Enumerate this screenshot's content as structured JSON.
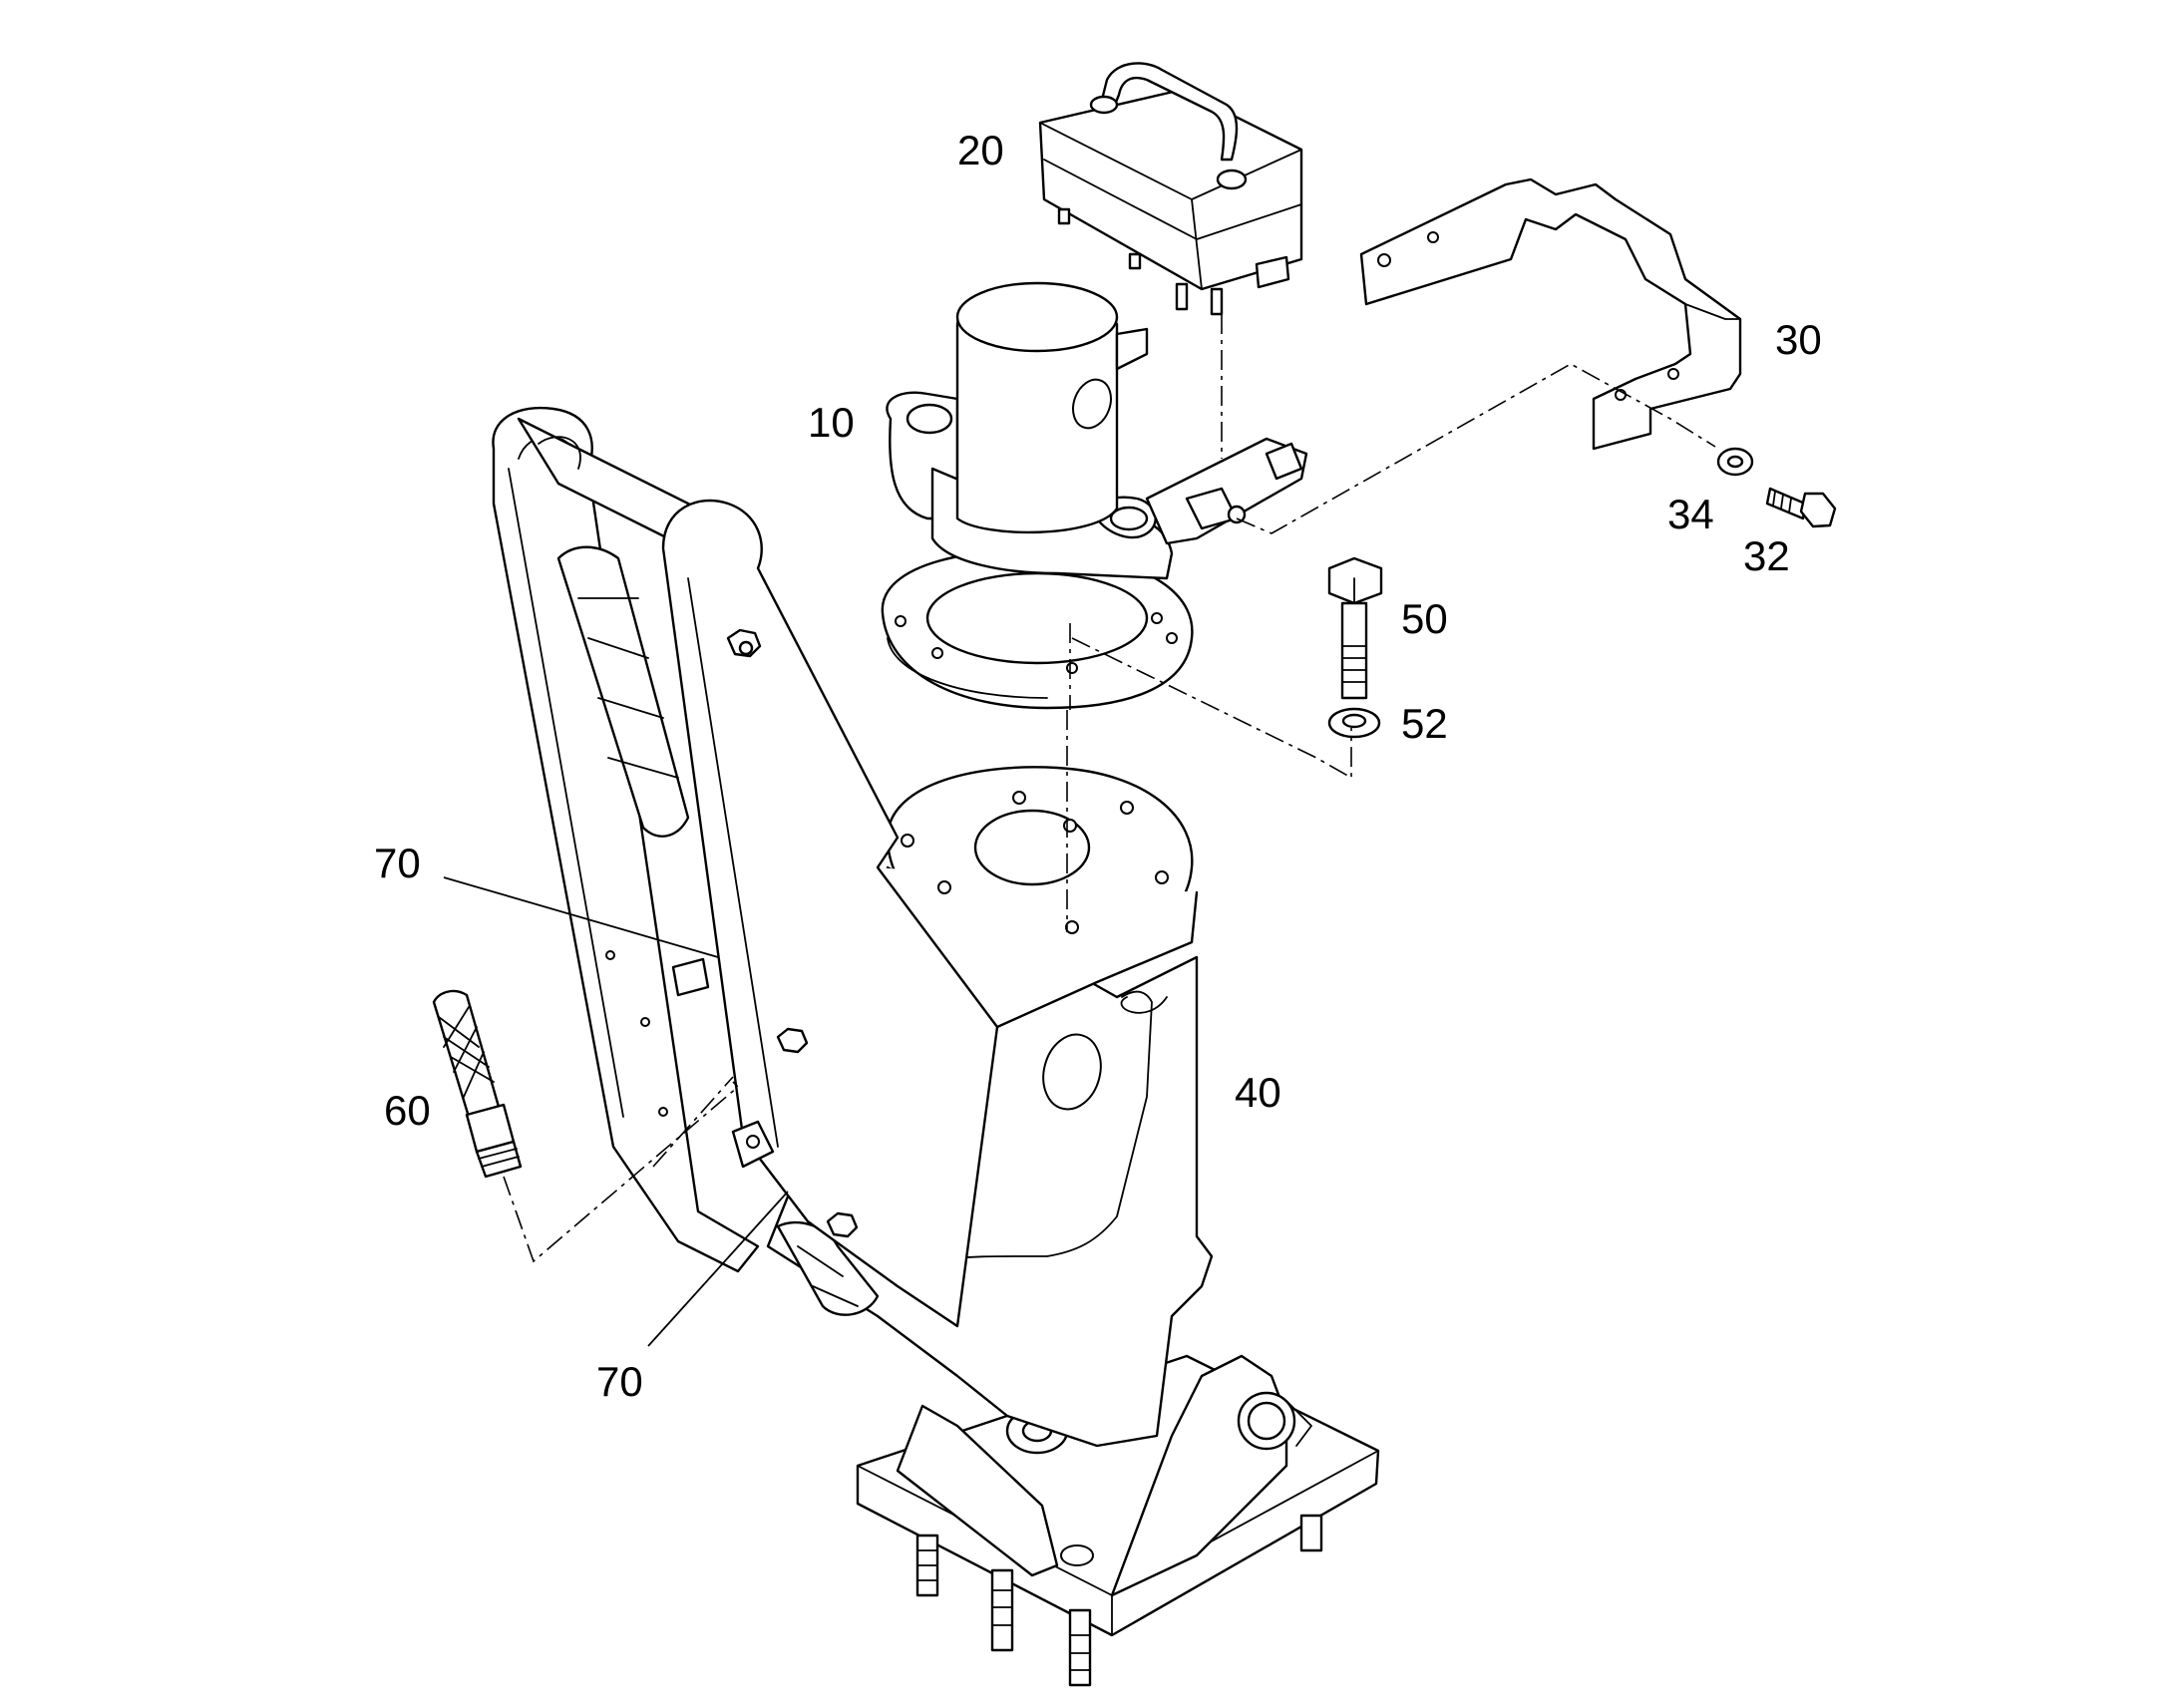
{
  "callouts": {
    "c10": "10",
    "c20": "20",
    "c30": "30",
    "c32": "32",
    "c34": "34",
    "c40": "40",
    "c50": "50",
    "c52": "52",
    "c60": "60",
    "c70a": "70",
    "c70b": "70"
  },
  "colors": {
    "line": "#000000",
    "background": "#ffffff"
  }
}
